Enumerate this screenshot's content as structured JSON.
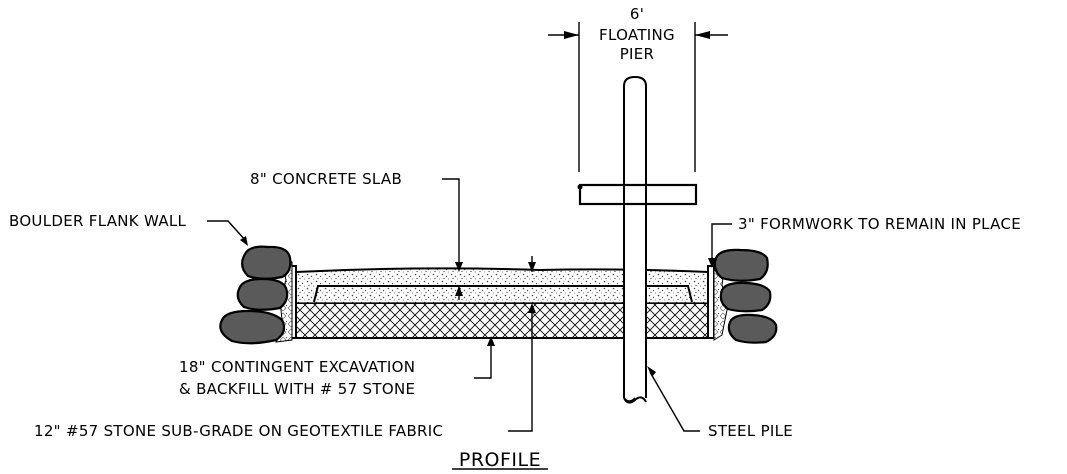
{
  "labels": {
    "dimension_value": "6'",
    "floating_pier_line1": "FLOATING",
    "floating_pier_line2": "PIER",
    "concrete_slab": "8\" CONCRETE SLAB",
    "boulder_wall": "BOULDER FLANK WALL",
    "formwork": "3\" FORMWORK TO REMAIN IN PLACE",
    "excavation_line1": "18\" CONTINGENT EXCAVATION",
    "excavation_line2": "& BACKFILL WITH # 57 STONE",
    "subgrade": "12\" #57 STONE SUB-GRADE ON GEOTEXTILE FABRIC",
    "steel_pile": "STEEL PILE",
    "title": "PROFILE"
  },
  "colors": {
    "ink": "#000000",
    "boulder_fill": "#5a5a5a",
    "gravel_fill": "#e4e4e4",
    "background": "#ffffff"
  }
}
